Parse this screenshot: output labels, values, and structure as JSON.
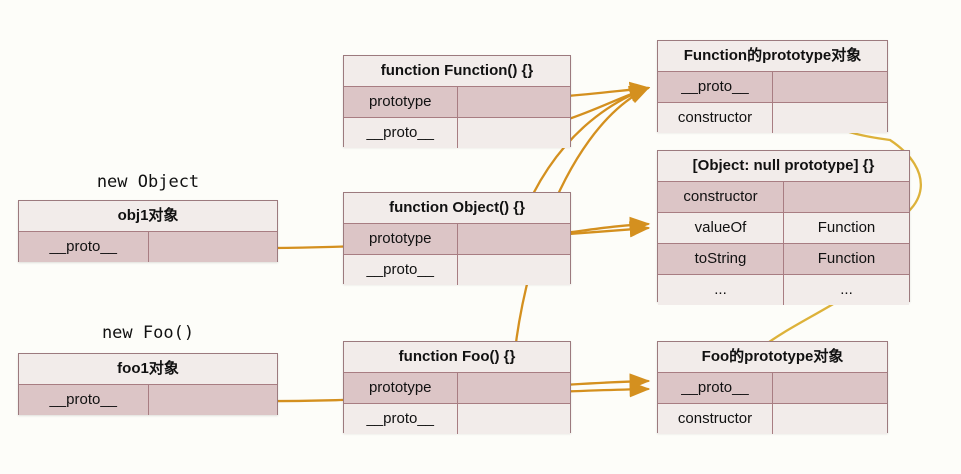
{
  "diagram": {
    "title_caption_object": "new Object",
    "title_caption_foo": "new Foo()",
    "arrow_color": "#d4901f",
    "border_color": "#9c7a7e",
    "row_dark": "#dcc5c6",
    "row_light": "#f2ecea",
    "background": "#fdfdf9"
  },
  "boxes": {
    "obj1": {
      "header": "obj1对象",
      "rows": [
        {
          "key": "__proto__",
          "value": ""
        }
      ]
    },
    "foo1": {
      "header": "foo1对象",
      "rows": [
        {
          "key": "__proto__",
          "value": ""
        }
      ]
    },
    "function_ctor": {
      "header": "function Function() {}",
      "rows": [
        {
          "key": "prototype",
          "value": ""
        },
        {
          "key": "__proto__",
          "value": ""
        }
      ]
    },
    "object_ctor": {
      "header": "function Object() {}",
      "rows": [
        {
          "key": "prototype",
          "value": ""
        },
        {
          "key": "__proto__",
          "value": ""
        }
      ]
    },
    "foo_ctor": {
      "header": "function Foo() {}",
      "rows": [
        {
          "key": "prototype",
          "value": ""
        },
        {
          "key": "__proto__",
          "value": ""
        }
      ]
    },
    "function_prototype": {
      "header": "Function的prototype对象",
      "rows": [
        {
          "key": "__proto__",
          "value": ""
        },
        {
          "key": "constructor",
          "value": ""
        }
      ]
    },
    "object_prototype": {
      "header": "[Object: null prototype] {}",
      "rows": [
        {
          "key": "constructor",
          "value": ""
        },
        {
          "key": "valueOf",
          "value": "Function"
        },
        {
          "key": "toString",
          "value": "Function"
        },
        {
          "key": "...",
          "value": "..."
        }
      ]
    },
    "foo_prototype": {
      "header": "Foo的prototype对象",
      "rows": [
        {
          "key": "__proto__",
          "value": ""
        },
        {
          "key": "constructor",
          "value": ""
        }
      ]
    }
  }
}
